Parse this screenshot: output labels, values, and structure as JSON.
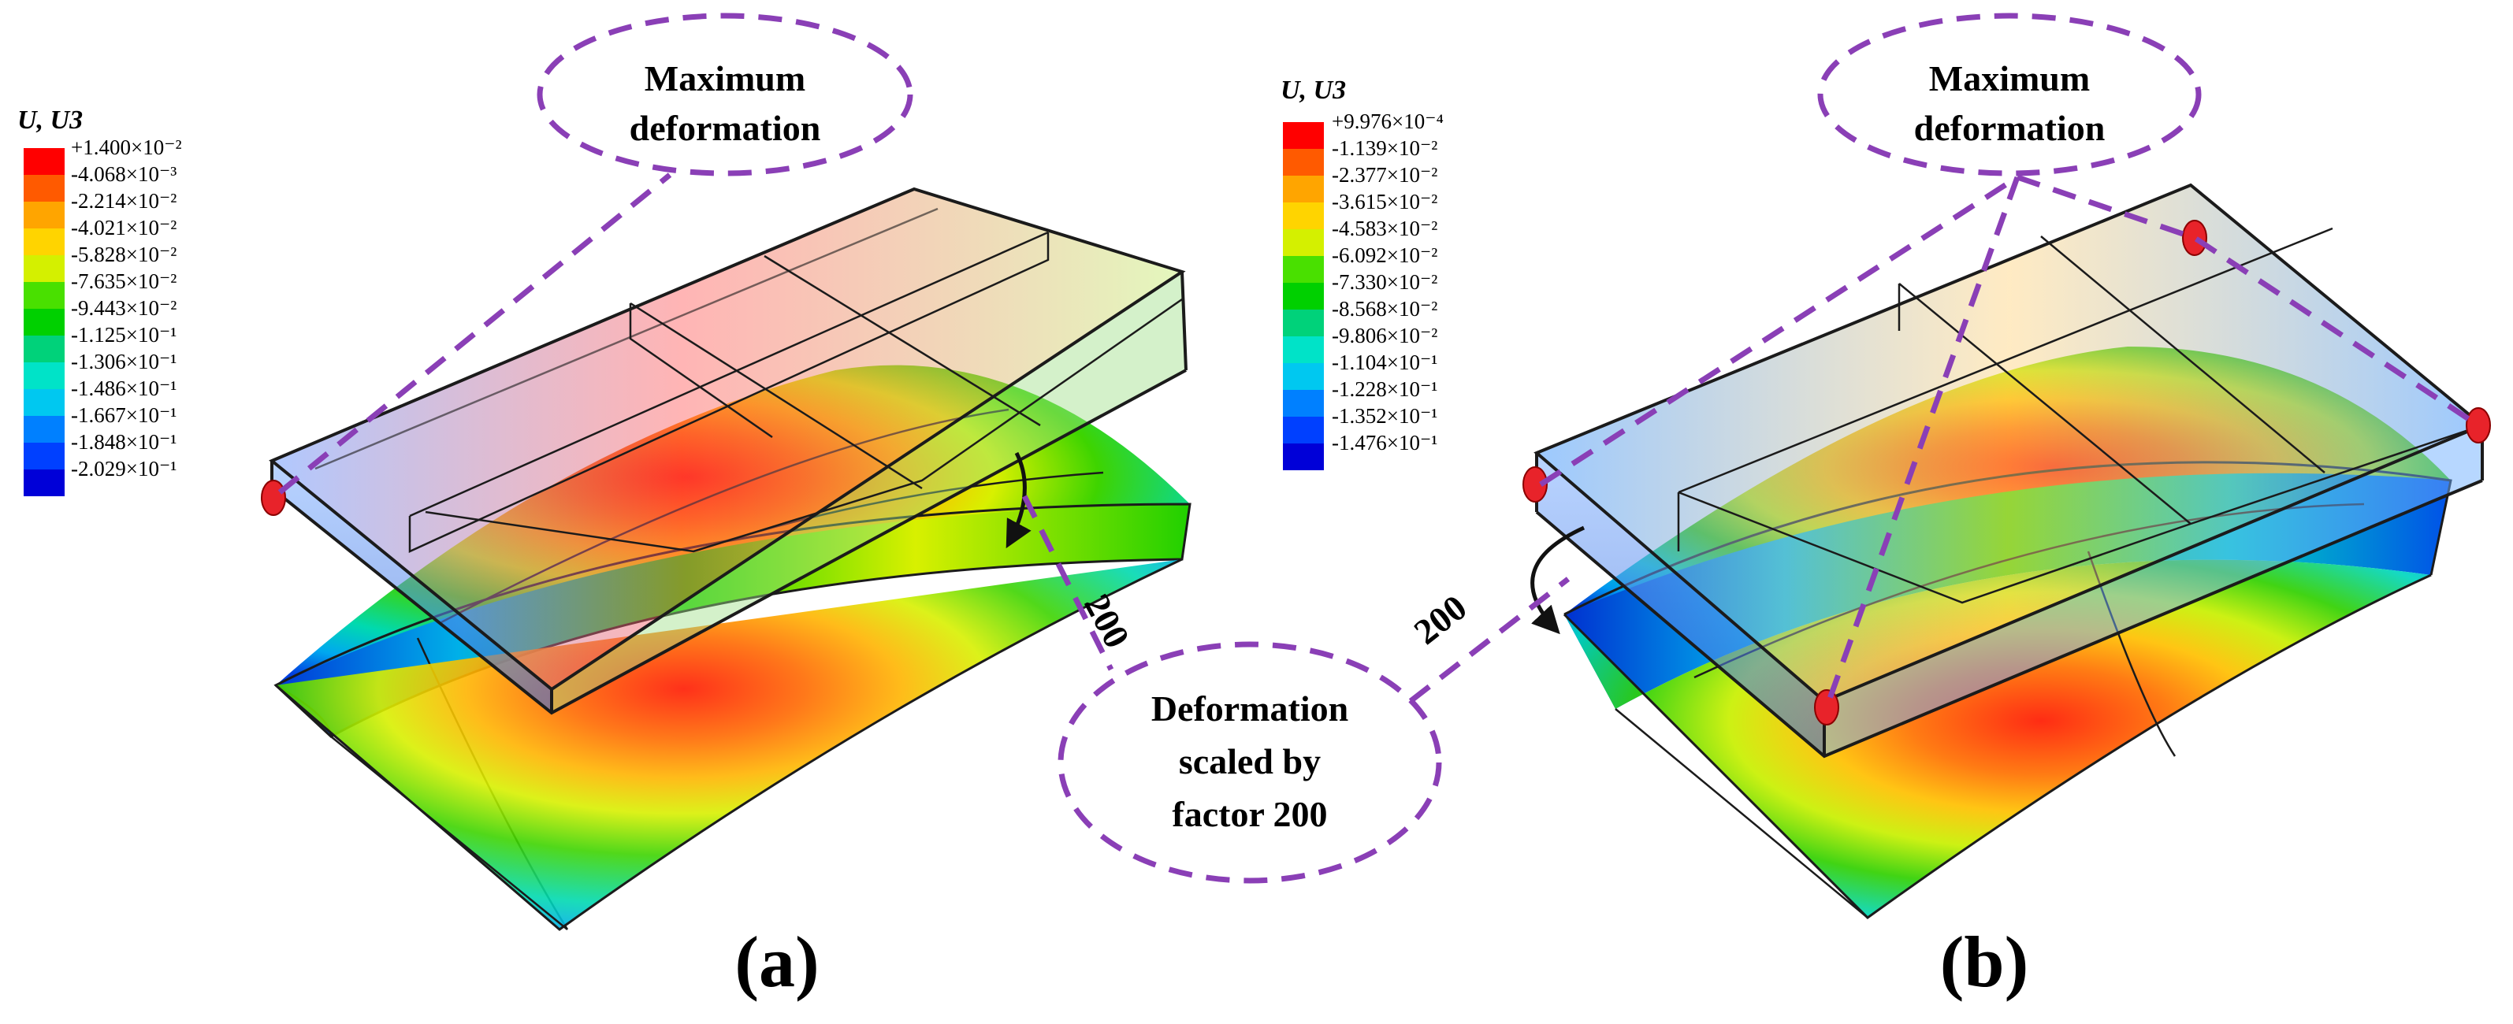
{
  "figure": {
    "panels": [
      {
        "id": "a",
        "label": "(a)",
        "legend": {
          "title": "U, U3",
          "colors": [
            "#ff0000",
            "#ff5a00",
            "#ffa500",
            "#ffd400",
            "#d4f000",
            "#49e000",
            "#00d000",
            "#00d27a",
            "#00e3c8",
            "#00c8f0",
            "#0080ff",
            "#0040ff",
            "#0000d8"
          ],
          "values": [
            "+1.400×10⁻²",
            "-4.068×10⁻³",
            "-2.214×10⁻²",
            "-4.021×10⁻²",
            "-5.828×10⁻²",
            "-7.635×10⁻²",
            "-9.443×10⁻²",
            "-1.125×10⁻¹",
            "-1.306×10⁻¹",
            "-1.486×10⁻¹",
            "-1.667×10⁻¹",
            "-1.848×10⁻¹",
            "-2.029×10⁻¹"
          ]
        },
        "callout_max": [
          "Maximum",
          "deformation"
        ],
        "scale_factor_text": "200"
      },
      {
        "id": "b",
        "label": "(b)",
        "legend": {
          "title": "U, U3",
          "colors": [
            "#ff0000",
            "#ff5a00",
            "#ffa500",
            "#ffd400",
            "#d4f000",
            "#49e000",
            "#00d000",
            "#00d27a",
            "#00e3c8",
            "#00c8f0",
            "#0080ff",
            "#0040ff",
            "#0000d8"
          ],
          "values": [
            "+9.976×10⁻⁴",
            "-1.139×10⁻²",
            "-2.377×10⁻²",
            "-3.615×10⁻²",
            "-4.583×10⁻²",
            "-6.092×10⁻²",
            "-7.330×10⁻²",
            "-8.568×10⁻²",
            "-9.806×10⁻²",
            "-1.104×10⁻¹",
            "-1.228×10⁻¹",
            "-1.352×10⁻¹",
            "-1.476×10⁻¹"
          ]
        },
        "callout_max": [
          "Maximum",
          "deformation"
        ],
        "scale_factor_text": "200"
      }
    ],
    "callout_scaled": [
      "Deformation",
      "scaled by",
      "factor 200"
    ],
    "colors": {
      "callout_stroke": "#8a3fb6",
      "node_marker": "#e8232a"
    }
  }
}
